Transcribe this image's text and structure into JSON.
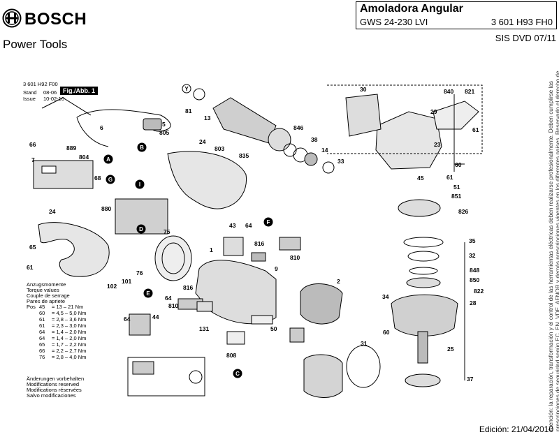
{
  "header": {
    "brand": "BOSCH",
    "subtitle": "Power Tools",
    "product_title": "Amoladora Angular",
    "model": "GWS 24-230 LVI",
    "part_number": "3 601 H93 FH0",
    "sis": "SIS DVD 07/11"
  },
  "meta_block": {
    "drawing_number": "3 601 H92 F00",
    "stand_label": "Stand",
    "stand_value": "08-06",
    "issue_label": "Issue",
    "issue_value": "10-02-10",
    "fig_tag": "Fig./Abb. 1"
  },
  "torque": {
    "headings": [
      "Anzugsmomente",
      "Torque values",
      "Couple de serrage",
      "Pares de apriete"
    ],
    "pos_label": "Pos",
    "rows": [
      {
        "pos": "45",
        "value": "= 13 – 21 Nm"
      },
      {
        "pos": "60",
        "value": "= 4,5 – 5,0 Nm"
      },
      {
        "pos": "61",
        "value": "= 2,8 – 3,6 Nm"
      },
      {
        "pos": "61",
        "value": "= 2,3 – 3,0 Nm"
      },
      {
        "pos": "64",
        "value": "= 1,4 – 2,0 Nm"
      },
      {
        "pos": "64",
        "value": "= 1,4 – 2,0 Nm"
      },
      {
        "pos": "65",
        "value": "= 1,7 – 2,2 Nm"
      },
      {
        "pos": "66",
        "value": "= 2,2 – 2,7 Nm"
      },
      {
        "pos": "76",
        "value": "= 2,8 – 4,0 Nm"
      }
    ]
  },
  "modifications": [
    "Änderungen vorbehalten",
    "Modifications reserved",
    "Modifications réservées",
    "Salvo modificaciones"
  ],
  "side_note": "Atención: la reparación, transformación y el control de las herramientas eléctricas deben realizarse profesionalmente. Deben cumplirse las prescripciones de seguridad según EC, EN, VDE, AFNOR y demás prescripciones vigentes en los diferentes países. Reservado el derecho de modificaciones técnicas y precios. Nos reservamos el derecho a efectuar modificaciones técnicas, precios y dibujos de precios.",
  "edition": "Edición: 21/04/2010",
  "callouts": {
    "left": [
      "5",
      "805",
      "6",
      "66",
      "889",
      "804",
      "7",
      "68",
      "24",
      "65",
      "61",
      "880",
      "75",
      "76",
      "101",
      "102"
    ],
    "center": [
      "81",
      "13",
      "803",
      "835",
      "24",
      "846",
      "38",
      "14",
      "33",
      "43",
      "64",
      "816",
      "810",
      "1",
      "9",
      "2",
      "816",
      "64",
      "810",
      "44",
      "64",
      "131",
      "808",
      "50",
      "31"
    ],
    "right": [
      "30",
      "840",
      "821",
      "29",
      "61",
      "23",
      "60",
      "61",
      "45",
      "51",
      "851",
      "826",
      "35",
      "32",
      "848",
      "850",
      "822",
      "34",
      "28",
      "60",
      "25",
      "37"
    ],
    "letters": [
      "Y",
      "A",
      "B",
      "C",
      "D",
      "E",
      "F",
      "G",
      "I"
    ]
  }
}
